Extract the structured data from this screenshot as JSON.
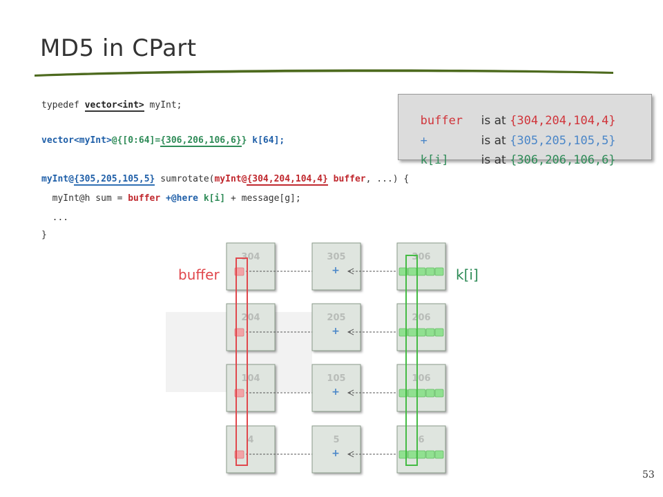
{
  "title": "MD5 in CPart",
  "code": {
    "line1": {
      "a": "typedef ",
      "b": "vector<int>",
      "c": " myInt;"
    },
    "line2": {
      "a": "vector<myInt>",
      "b": "@{[0:64]=",
      "c": "{306,206,106,6}",
      "d": "}",
      "e": " k[64];"
    },
    "line3": {
      "a": "myInt@",
      "b": "{305,205,105,5}",
      "c": " sumrotate(",
      "d": "myInt@",
      "e": "{304,204,104,4}",
      "f": " buffer",
      "g": ", ...) {"
    },
    "line4": {
      "a": "  myInt@h sum = ",
      "b": "buffer",
      "c": " +@here ",
      "d": "k[i]",
      "e": " + message[g];"
    },
    "line5": "  ...",
    "line6": "}"
  },
  "callout": {
    "rows": [
      {
        "name": "buffer",
        "label": "is at",
        "loc": "{304,204,104,4}"
      },
      {
        "name": "+",
        "label": "is at",
        "loc": "{305,205,105,5}"
      },
      {
        "name": "k[i]",
        "label": "is at",
        "loc": "{306,206,106,6}"
      }
    ]
  },
  "diagram": {
    "left_nodes": [
      "304",
      "204",
      "104",
      "4"
    ],
    "mid_nodes": [
      "305",
      "205",
      "105",
      "5"
    ],
    "right_nodes": [
      "306",
      "206",
      "106",
      "6"
    ],
    "plus": "+",
    "label_buffer": "buffer",
    "label_ki": "k[i]"
  },
  "page_number": "53",
  "colors": {
    "red": "#e0474c",
    "green": "#2e8b57",
    "blue": "#4a86c8",
    "node_fill": "#dfe5df"
  }
}
